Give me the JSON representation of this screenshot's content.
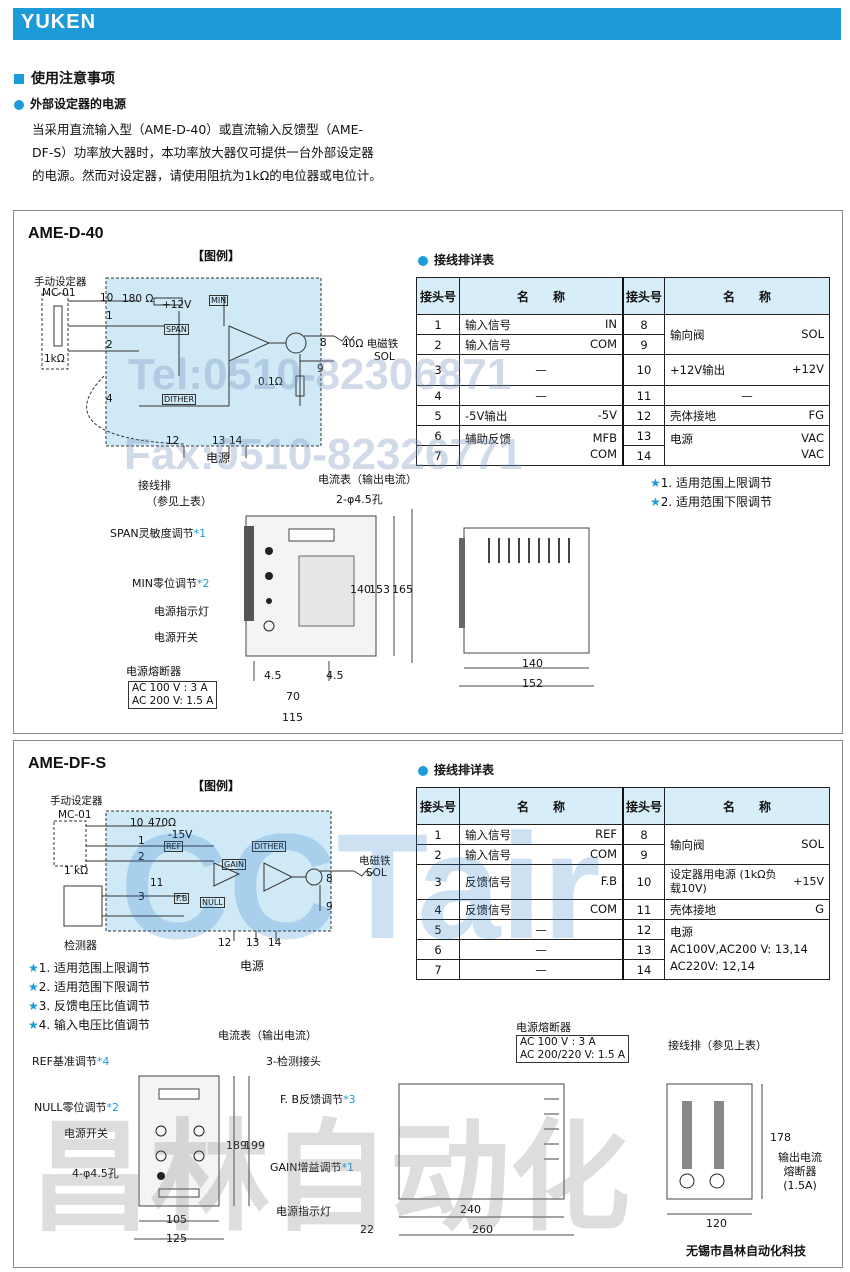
{
  "header": {
    "logo": "YUKEN",
    "color": "#1d9bd8"
  },
  "section": {
    "title": "使用注意事项",
    "subtitle": "外部设定器的电源",
    "para": "当采用直流输入型（AME-D-40）或直流输入反馈型（AME-DF-S）功率放大器时，本功率放大器仅可提供一台外部设定器的电源。然而对设定器，请使用阻抗为1kΩ的电位器或电位计。"
  },
  "p1": {
    "title": "AME-D-40",
    "legend": "【图例】",
    "wt_title": "接线排详表",
    "cols": [
      "接头号",
      "名　　称",
      "接头号",
      "名　　称"
    ],
    "rows": [
      [
        "1",
        "输入信号",
        "IN",
        "8",
        "输向阀",
        "SOL"
      ],
      [
        "2",
        "输入信号",
        "COM",
        "9",
        "",
        ""
      ],
      [
        "3",
        "—",
        "",
        "10",
        "+12V输出",
        "+12V"
      ],
      [
        "4",
        "—",
        "",
        "11",
        "—",
        ""
      ],
      [
        "5",
        "-5V输出",
        "-5V",
        "12",
        "壳体接地",
        "FG"
      ],
      [
        "6",
        "辅助反馈",
        "MFB",
        "13",
        "电源",
        "VAC"
      ],
      [
        "7",
        "",
        "COM",
        "14",
        "",
        "VAC"
      ]
    ],
    "notes": [
      "1. 适用范围上限调节",
      "2. 适用范围下限调节"
    ],
    "schem": {
      "setter": "手动设定器",
      "mc": "MC-01",
      "k1": "1kΩ",
      "r180": "180 Ω",
      "p12": "+12V",
      "min": "MIN",
      "span": "SPAN",
      "dither": "DITHER",
      "r01": "0.1Ω",
      "sol40": "40Ω 电磁铁",
      "sol": "SOL",
      "power": "电源",
      "n10": "10",
      "n1": "1",
      "n2": "2",
      "n4": "4",
      "n8": "8",
      "n9": "9",
      "n12": "12",
      "n13": "13",
      "n14": "14"
    },
    "labels": {
      "term": "接线排",
      "seetable": "（参见上表）",
      "span": "SPAN灵敏度调节",
      "min": "MIN零位调节",
      "lamp": "电源指示灯",
      "switch": "电源开关",
      "fuse": "电源熔断器",
      "fuse1": "AC 100 V : 3 A",
      "fuse2": "AC 200 V: 1.5 A",
      "meter": "电流表（输出电流）",
      "holes": "2-φ4.5孔"
    },
    "dims": {
      "d140": "140",
      "d153": "153",
      "d165": "165",
      "d45a": "4.5",
      "d45b": "4.5",
      "d70": "70",
      "d115": "115",
      "s140": "140",
      "s152": "152"
    }
  },
  "p2": {
    "title": "AME-DF-S",
    "legend": "【图例】",
    "wt_title": "接线排详表",
    "cols": [
      "接头号",
      "名　　称",
      "接头号",
      "名　　称"
    ],
    "rows": [
      [
        "1",
        "输入信号",
        "REF",
        "8",
        "输向阀",
        "SOL"
      ],
      [
        "2",
        "输入信号",
        "COM",
        "9",
        "",
        ""
      ],
      [
        "3",
        "反馈信号",
        "F.B",
        "10",
        "设定器用电源 (1kΩ负载10V)",
        "+15V"
      ],
      [
        "4",
        "反馈信号",
        "COM",
        "11",
        "壳体接地",
        "G"
      ],
      [
        "5",
        "—",
        "",
        "12",
        "电源",
        ""
      ],
      [
        "6",
        "—",
        "",
        "13",
        "AC100V,AC200 V: 13,14",
        ""
      ],
      [
        "7",
        "—",
        "",
        "14",
        "AC220V:  12,14",
        ""
      ]
    ],
    "notes": [
      "1. 适用范围上限调节",
      "2. 适用范围下限调节",
      "3. 反馈电压比值调节",
      "4. 输入电压比值调节"
    ],
    "schem": {
      "setter": "手动设定器",
      "mc": "MC-01",
      "k1": "1 kΩ",
      "r470": "470Ω",
      "m15": "15V",
      "ref": "REF",
      "gain": "GAIN",
      "dither": "DITHER",
      "fb": "F.B",
      "null": "NULL",
      "sol": "电磁铁",
      "sol2": "SOL",
      "detector": "检测器",
      "power": "电源",
      "n10": "10",
      "n1": "1",
      "n2": "2",
      "n11": "11",
      "n3": "3",
      "n8": "8",
      "n9": "9",
      "n12": "12",
      "n13": "13",
      "n14": "14"
    },
    "labels": {
      "ref": "REF基准调节",
      "null": "NULL零位调节",
      "switch": "电源开关",
      "holes": "4-φ4.5孔",
      "meter": "电流表（输出电流）",
      "det": "3-检测接头",
      "fb": "F. B反馈调节",
      "gain": "GAIN增益调节",
      "lamp": "电源指示灯",
      "fuse": "电源熔断器",
      "fuse1": "AC 100 V : 3 A",
      "fuse2": "AC 200/220 V: 1.5 A",
      "term": "接线排（参见上表）",
      "outfuse": "输出电流",
      "outfuse2": "熔断器",
      "outfuse3": "(1.5A)"
    },
    "dims": {
      "d105": "105",
      "d125": "125",
      "d189": "189",
      "d199": "199",
      "d240": "240",
      "d260": "260",
      "d22": "22",
      "d120": "120",
      "d178": "178"
    }
  },
  "watermark": {
    "tel": "Tel:0510-82306871",
    "fax": "Fax:0510-82326771",
    "brand": "CCTair",
    "brand2": "昌林自动化"
  },
  "footer": "无锡市昌林自动化科技"
}
